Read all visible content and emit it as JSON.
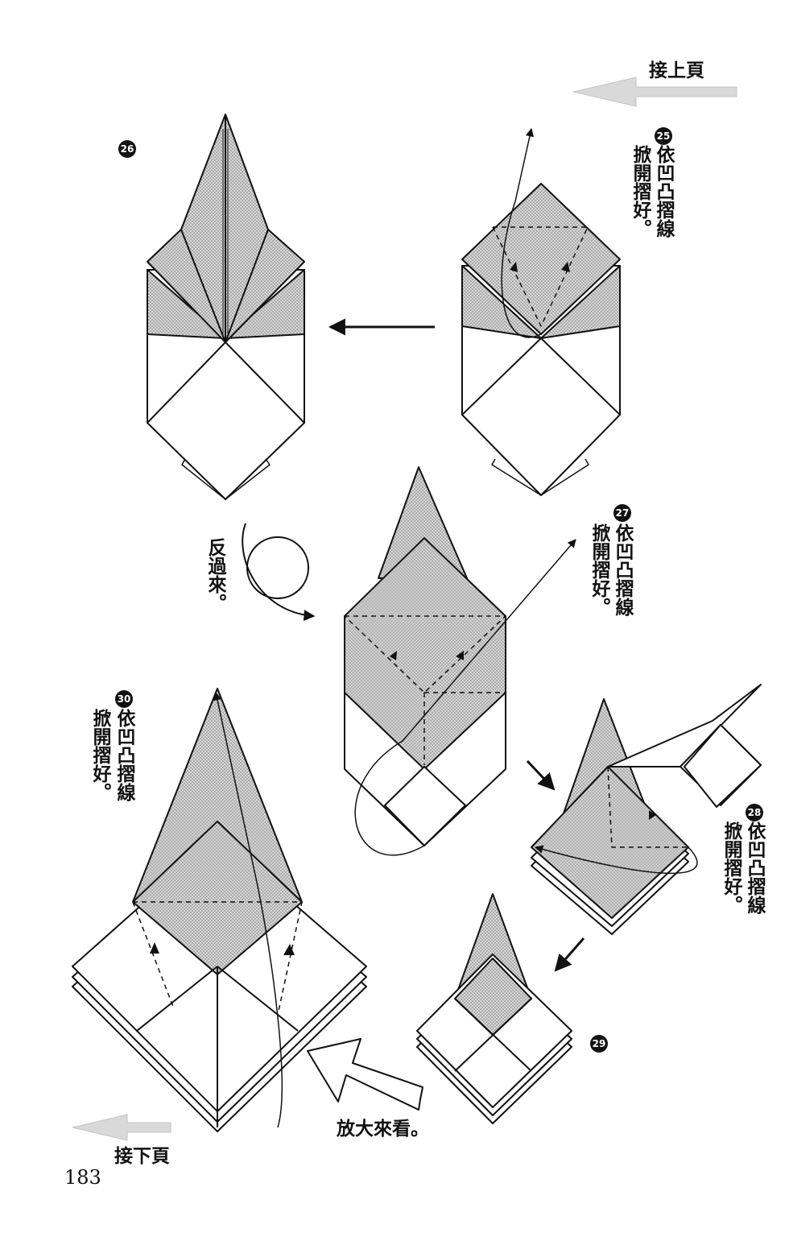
{
  "nav": {
    "prev_page": "接上頁",
    "next_page": "接下頁"
  },
  "steps": [
    {
      "number": "25",
      "text_col1": "依凹凸摺線",
      "text_col2": "掀開摺好。"
    },
    {
      "number": "26"
    },
    {
      "number": "27",
      "text_col1": "依凹凸摺線",
      "text_col2": "掀開摺好。"
    },
    {
      "number": "28",
      "text_col1": "依凹凸摺線",
      "text_col2": "掀開摺好。"
    },
    {
      "number": "29"
    },
    {
      "number": "30",
      "text_col1": "依凹凸摺線",
      "text_col2": "掀開摺好。"
    }
  ],
  "flip_label": "反過來。",
  "zoom_label": "放大來看。",
  "page_number": "183",
  "colors": {
    "shade": "#bdbdbd",
    "line": "#111111",
    "nav_arrow": "#cfcfcf"
  }
}
